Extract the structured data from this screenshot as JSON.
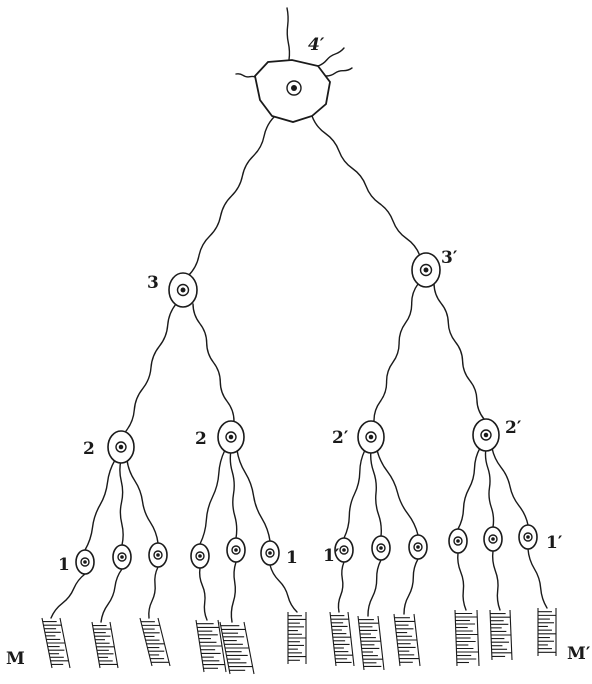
{
  "labels": {
    "apex": "4′",
    "level3_left": "3",
    "level3_right": "3′",
    "level2_a": "2",
    "level2_b": "2",
    "level2_c": "2′",
    "level2_d": "2′",
    "level1_a": "1",
    "level1_b": "1",
    "level1_c": "1′",
    "level1_d": "1′",
    "muscle_left": "M",
    "muscle_right": "M′"
  },
  "colors": {
    "ink": "#1a1a1a",
    "paper": "#ffffff"
  }
}
